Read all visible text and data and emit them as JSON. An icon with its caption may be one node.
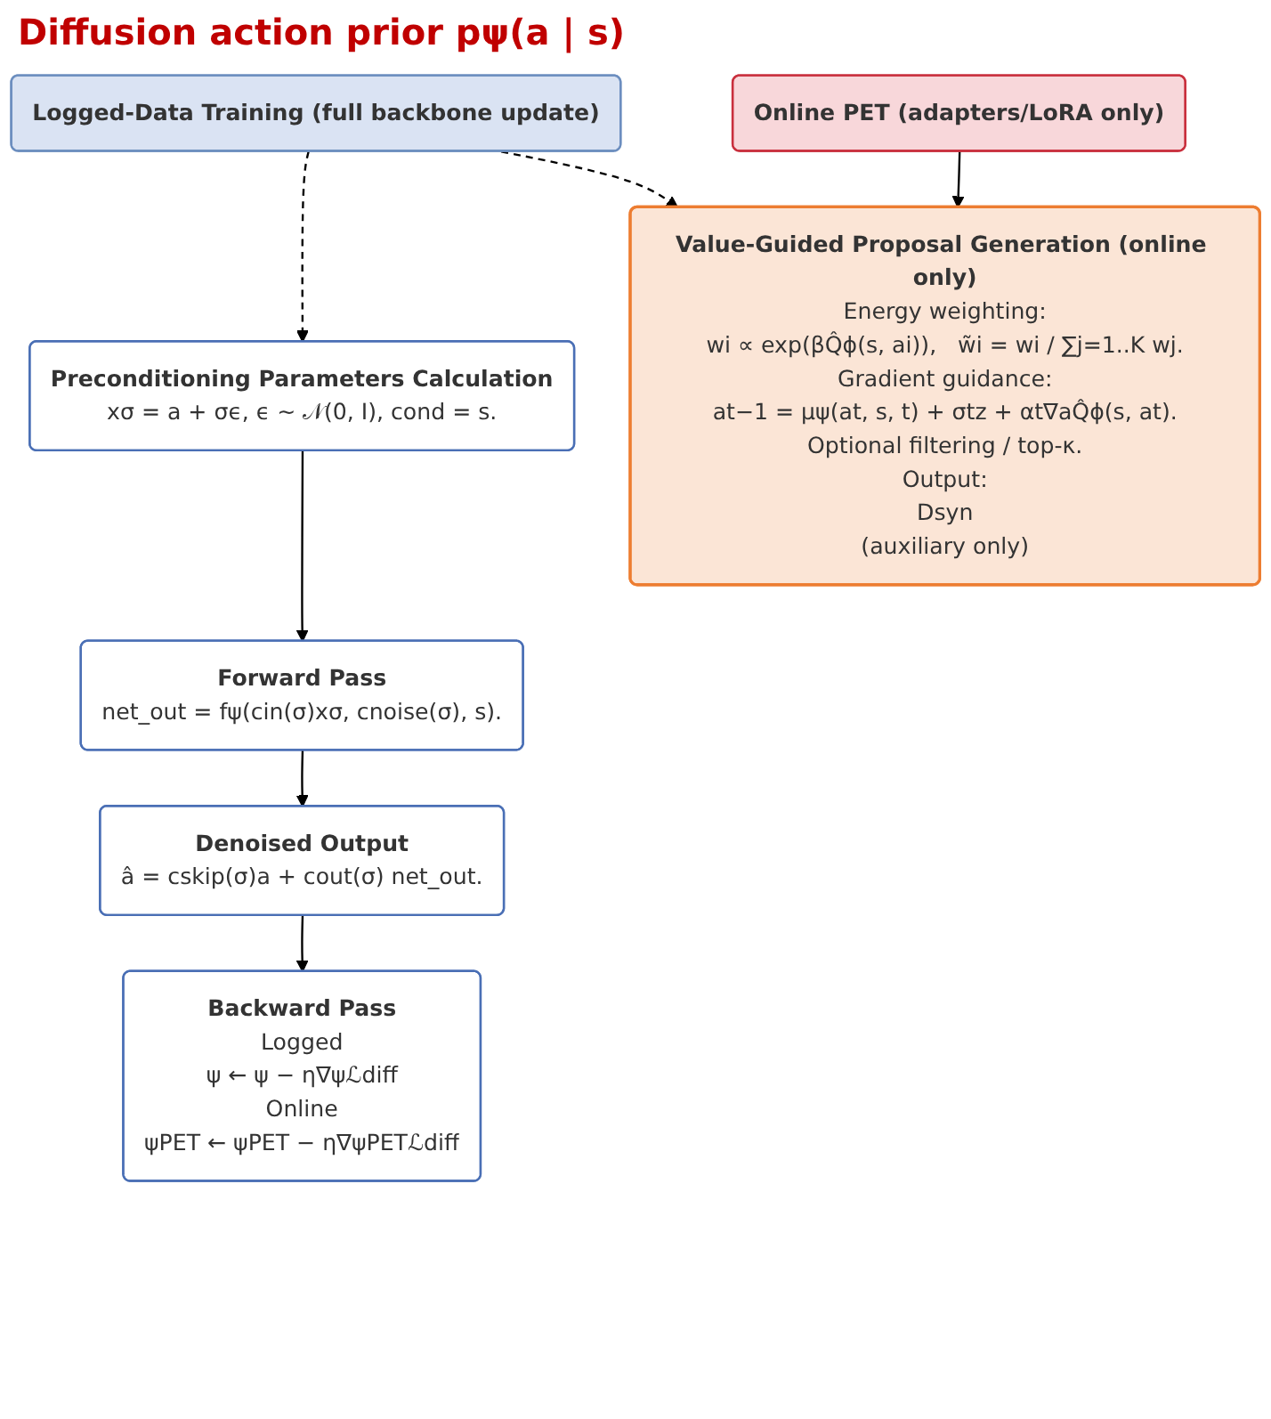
{
  "diagram": {
    "title": "Diffusion action prior pψ(a | s)",
    "nodes": [
      {
        "text": [
          "Logged-Data Training (full backbone update)"
        ]
      },
      {
        "text": [
          "Online PET (adapters/LoRA only)"
        ]
      },
      {
        "text": [
          "Preconditioning Parameters Calculation",
          "xσ = a + σϵ,   ϵ ∼ 𝒩(0, I),   cond = s."
        ]
      },
      {
        "text": [
          "Forward Pass",
          "net_out = fψ(cin(σ)xσ, cnoise(σ), s)."
        ]
      },
      {
        "text": [
          "Denoised Output",
          "â = cskip(σ)a + cout(σ) net_out."
        ]
      },
      {
        "text": [
          "Backward Pass",
          "Logged",
          "ψ ← ψ − η∇ψℒdiff",
          "Online",
          "ψPET ← ψPET − η∇ψPETℒdiff"
        ]
      },
      {
        "text": [
          "Value-Guided Proposal Generation (online only)",
          "Energy weighting:",
          "wi ∝ exp(βQ̂ϕ(s, ai)),   w̃i = wi / ∑j=1..K wj.",
          "Gradient guidance:",
          "at−1 = μψ(at, s, t) + σtz + αt∇aQ̂ϕ(s, at).",
          "Optional filtering / top-κ.",
          "Output:",
          "Dsyn",
          "(auxiliary only)"
        ]
      }
    ],
    "edges": [
      {
        "from": 0,
        "to": 2,
        "arrow": "to",
        "style": "dashed"
      },
      {
        "from": 0,
        "to": 6,
        "arrow": "to",
        "style": "dashed"
      },
      {
        "from": 1,
        "to": 6,
        "arrow": "to"
      },
      {
        "from": 2,
        "to": 3,
        "arrow": "to"
      },
      {
        "from": 3,
        "to": 4,
        "arrow": "to"
      },
      {
        "from": 4,
        "to": 5,
        "arrow": "to"
      }
    ]
  }
}
